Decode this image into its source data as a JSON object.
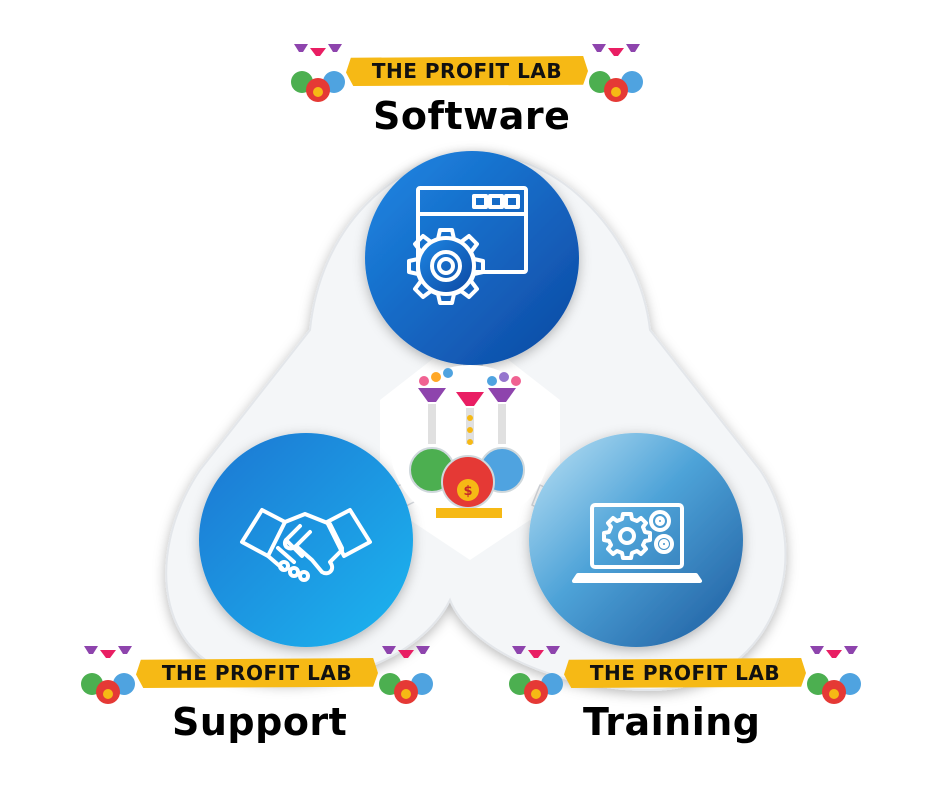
{
  "brand": {
    "name": "THE PROFIT LAB"
  },
  "nodes": {
    "software": {
      "label": "Software",
      "icon": "browser-gear-icon"
    },
    "support": {
      "label": "Support",
      "icon": "handshake-icon"
    },
    "training": {
      "label": "Training",
      "icon": "laptop-gears-icon"
    }
  },
  "center": {
    "icon": "profit-lab-flask-logo"
  },
  "colors": {
    "software_blue": "#1565c0",
    "support_blue": "#1a9be6",
    "training_blue": "#3d8fd0",
    "banner_yellow": "#f6b915",
    "flask_green": "#4caf50",
    "flask_red": "#e53935",
    "flask_blue": "#4fa3e0",
    "funnel_purple": "#8e44ad"
  }
}
